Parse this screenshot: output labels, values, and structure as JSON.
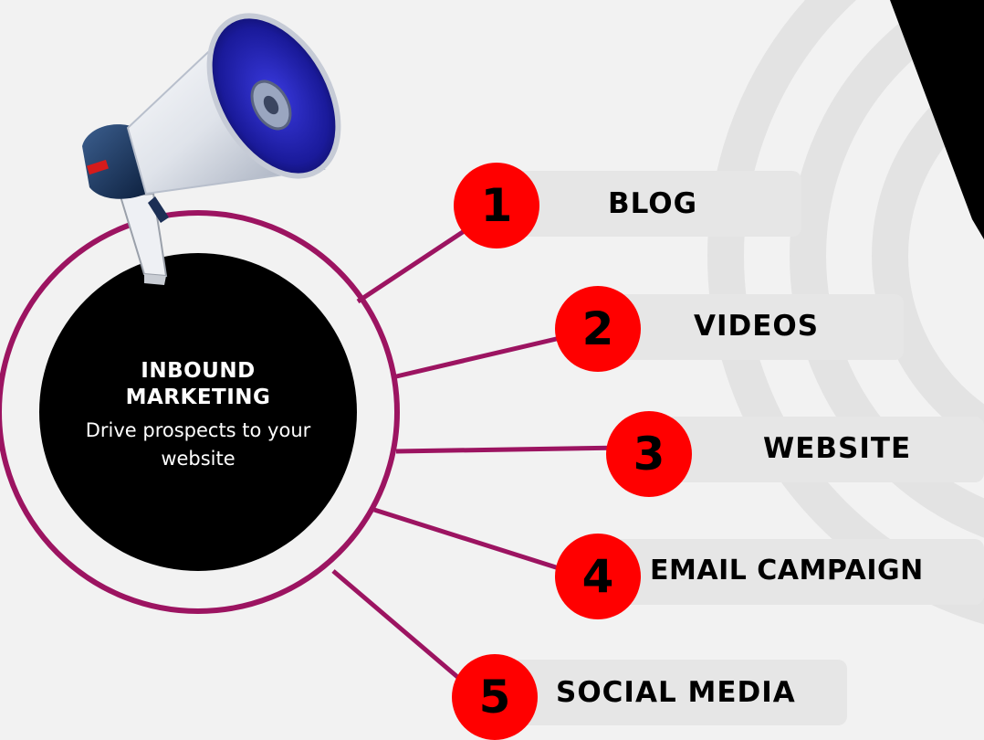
{
  "center": {
    "title": "INBOUND MARKETING",
    "subtitle": "Drive prospects to your website"
  },
  "items": [
    {
      "number": "1",
      "label": "BLOG"
    },
    {
      "number": "2",
      "label": "VIDEOS"
    },
    {
      "number": "3",
      "label": "WEBSITE"
    },
    {
      "number": "4",
      "label": "EMAIL CAMPAIGN"
    },
    {
      "number": "5",
      "label": "SOCIAL MEDIA"
    }
  ],
  "colors": {
    "background": "#f2f2f2",
    "ring": "#9c1461",
    "badge": "#ff0000",
    "pill": "#e6e6e6",
    "circle": "#000000"
  },
  "icons": [
    "megaphone-icon"
  ]
}
